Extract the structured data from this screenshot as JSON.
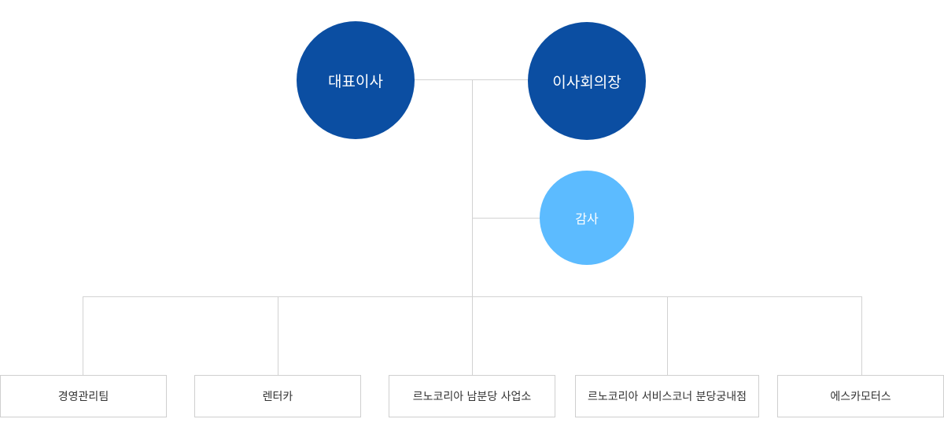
{
  "top_nodes": {
    "ceo": "대표이사",
    "chairman": "이사회의장"
  },
  "auditor": "감사",
  "departments": [
    "경영관리팀",
    "렌터카",
    "르노코리아 남분당 사업소",
    "르노코리아 서비스코너 분당궁내점",
    "에스카모터스"
  ],
  "colors": {
    "major_node": "#0b4ea2",
    "minor_node": "#5cbbff",
    "connector": "#d2d2d2",
    "box_border": "#cfcfcf"
  }
}
